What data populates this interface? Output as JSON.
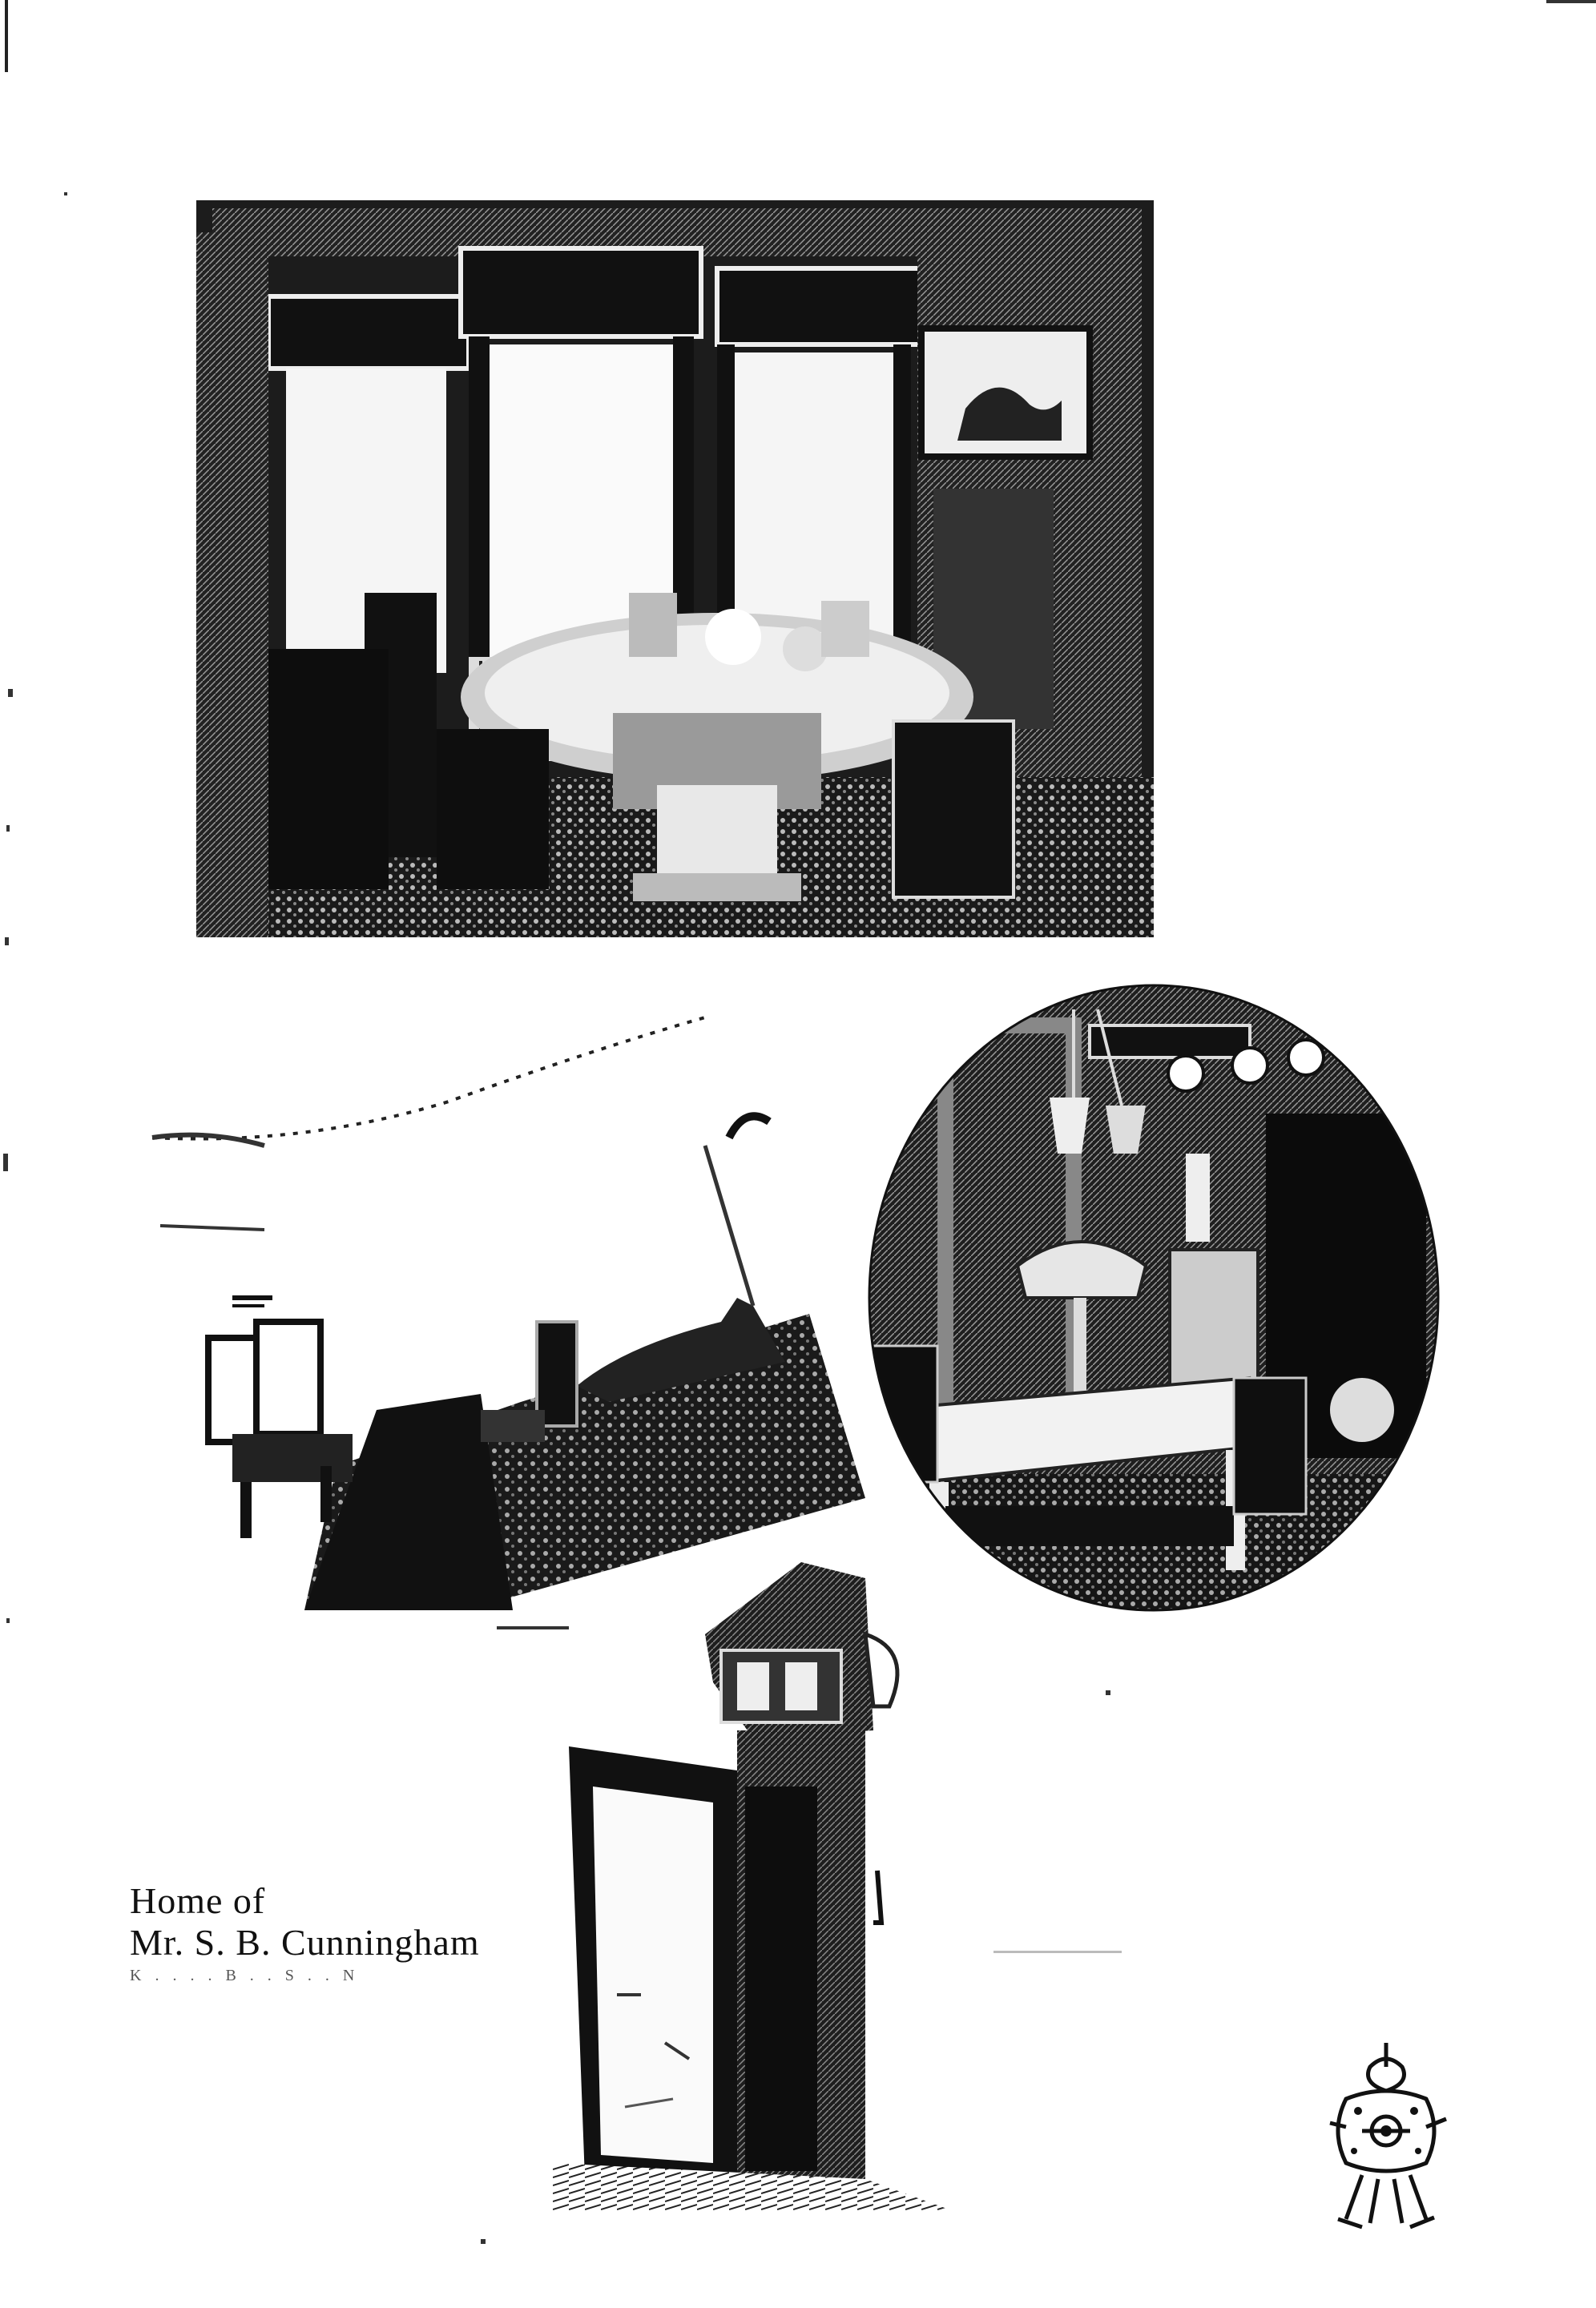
{
  "caption": {
    "line1": "Home of",
    "line2": "Mr. S. B. Cunningham",
    "line3": "K . . . . B . . S . . N"
  },
  "palette": {
    "ink": "#111111",
    "paper": "#ffffff",
    "mid": "#4a4a4a"
  },
  "photos": [
    {
      "id": "dining-room-bay-window"
    },
    {
      "id": "parlor-angled"
    },
    {
      "id": "library-round"
    },
    {
      "id": "doorway-clock"
    }
  ]
}
